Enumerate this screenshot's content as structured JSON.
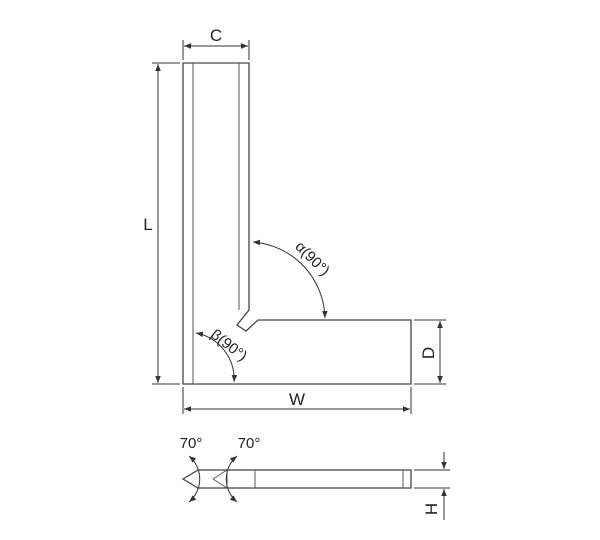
{
  "dimensions": {
    "c": "C",
    "l": "L",
    "w": "W",
    "d": "D",
    "h": "H"
  },
  "angles": {
    "alpha": "α(90°)",
    "beta": "β(90°)",
    "bevel_left": "70°",
    "bevel_right": "70°"
  },
  "colors": {
    "line": "#444444",
    "text": "#222222",
    "background": "#ffffff"
  }
}
